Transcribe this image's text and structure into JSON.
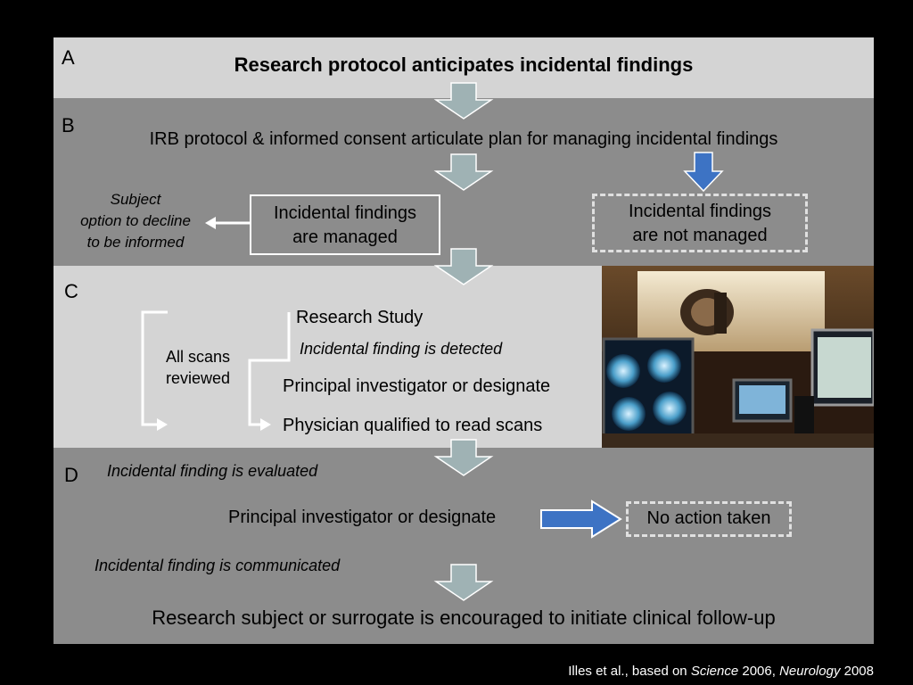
{
  "sections": {
    "a": {
      "letter": "A",
      "title": "Research protocol anticipates incidental findings"
    },
    "b": {
      "letter": "B",
      "title": "IRB protocol & informed consent articulate plan for managing incidental findings",
      "decline_note": {
        "line1": "Subject",
        "line2": "option to decline",
        "line3": "to be informed"
      },
      "managed": {
        "line1": "Incidental findings",
        "line2": "are managed"
      },
      "not_managed": {
        "line1": "Incidental findings",
        "line2": "are not managed"
      }
    },
    "c": {
      "letter": "C",
      "all_scans": {
        "line1": "All scans",
        "line2": "reviewed"
      },
      "research_study": "Research Study",
      "detected": "Incidental finding is detected",
      "pi_designate": "Principal investigator or designate",
      "physician": "Physician qualified to read scans"
    },
    "d": {
      "letter": "D",
      "evaluated": "Incidental finding is evaluated",
      "pi_designate": "Principal investigator or designate",
      "no_action": "No action taken",
      "communicated": "Incidental finding is communicated",
      "final": "Research subject or surrogate is encouraged to initiate clinical follow-up"
    }
  },
  "citation": {
    "prefix": "Illes et al., based on ",
    "journal1": "Science",
    "year1": " 2006, ",
    "journal2": "Neurology",
    "year2": " 2008"
  },
  "colors": {
    "gray_arrow": "#9fb2b4",
    "blue_arrow": "#3d73c4",
    "light_band": "#d4d4d4",
    "dark_band": "#8c8c8c"
  }
}
